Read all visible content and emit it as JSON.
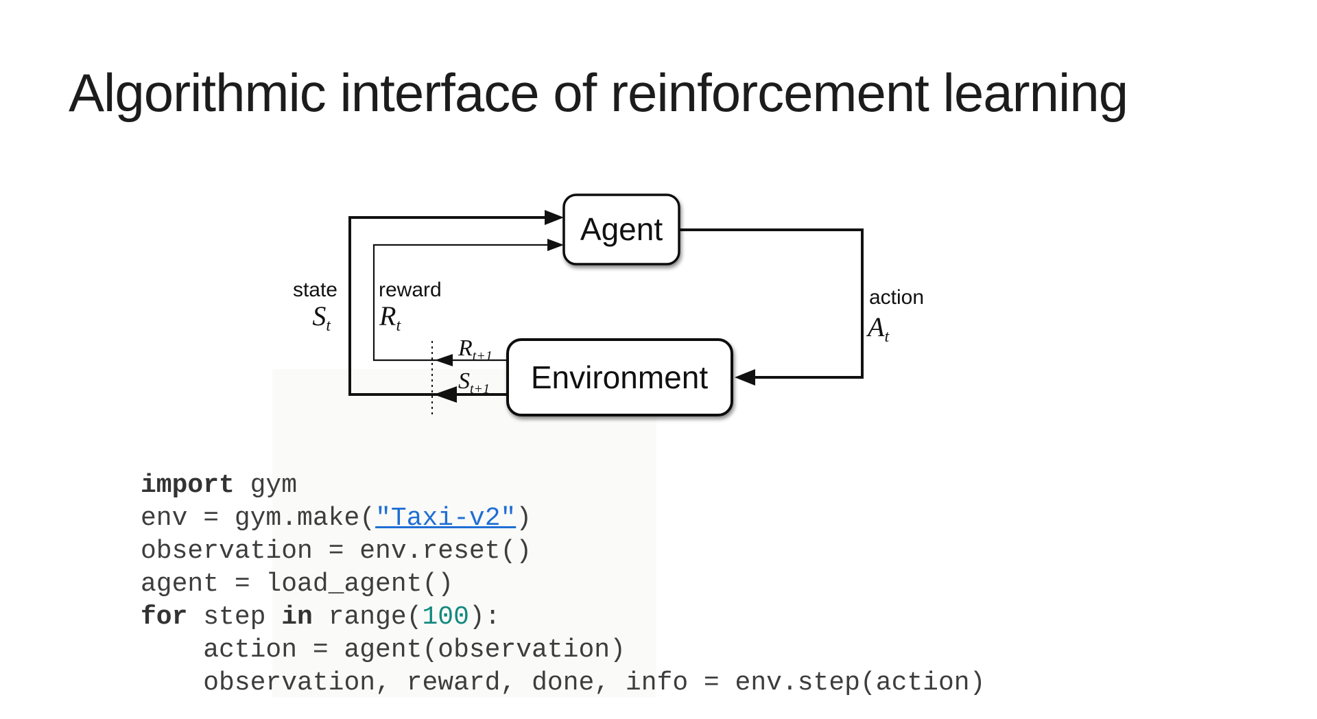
{
  "slide": {
    "title": "Algorithmic interface of reinforcement learning"
  },
  "diagram": {
    "agent_label": "Agent",
    "environment_label": "Environment",
    "state_label": "state",
    "state_symbol": "S",
    "state_symbol_sub": "t",
    "reward_label": "reward",
    "reward_symbol": "R",
    "reward_symbol_sub": "t",
    "action_label": "action",
    "action_symbol": "A",
    "action_symbol_sub": "t",
    "next_reward_symbol": "R",
    "next_reward_symbol_sub": "t+1",
    "next_state_symbol": "S",
    "next_state_symbol_sub": "t+1"
  },
  "code": {
    "lines": [
      [
        {
          "t": "import",
          "s": "kw"
        },
        {
          "t": " gym",
          "s": "plain"
        }
      ],
      [
        {
          "t": "env = gym.make(",
          "s": "plain"
        },
        {
          "t": "\"Taxi-v2\"",
          "s": "link"
        },
        {
          "t": ")",
          "s": "plain"
        }
      ],
      [
        {
          "t": "observation = env.reset()",
          "s": "plain"
        }
      ],
      [
        {
          "t": "agent = load_agent()",
          "s": "plain"
        }
      ],
      [
        {
          "t": "for",
          "s": "kw"
        },
        {
          "t": " step ",
          "s": "plain"
        },
        {
          "t": "in",
          "s": "kw"
        },
        {
          "t": " range(",
          "s": "plain"
        },
        {
          "t": "100",
          "s": "num"
        },
        {
          "t": "):",
          "s": "plain"
        }
      ],
      [
        {
          "t": "    action = agent(observation)",
          "s": "plain"
        }
      ],
      [
        {
          "t": "    observation, reward, done, info = env.step(action)",
          "s": "plain"
        }
      ]
    ]
  },
  "colors": {
    "diagram_ink": "#111111",
    "title_text": "#1c1c1c",
    "code_text": "#3d3d3d",
    "link_blue": "#1f6fd4",
    "number_teal": "#12897f"
  }
}
